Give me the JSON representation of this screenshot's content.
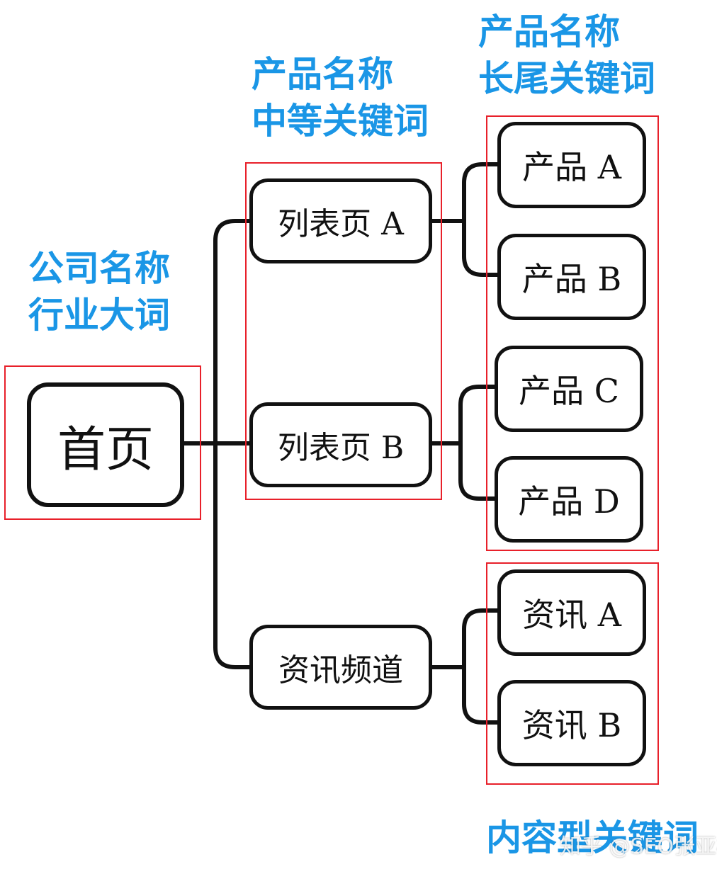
{
  "labels": {
    "home": [
      "公司名称",
      "行业大词"
    ],
    "list": [
      "产品名称",
      "中等关键词"
    ],
    "product": [
      "产品名称",
      "长尾关键词"
    ],
    "content": [
      "内容型关键词"
    ]
  },
  "nodes": {
    "home": "首页",
    "list_a": "列表页 A",
    "list_b": "列表页 B",
    "news_channel": "资讯频道",
    "product_a": "产品 A",
    "product_b": "产品 B",
    "product_c": "产品 C",
    "product_d": "产品 D",
    "news_a": "资讯 A",
    "news_b": "资讯 B"
  },
  "watermark": "知乎 @SEO张亚楠",
  "colors": {
    "label_blue": "#1a96e6",
    "frame_red": "#e8202a",
    "line_black": "#111111",
    "background": "#ffffff"
  }
}
